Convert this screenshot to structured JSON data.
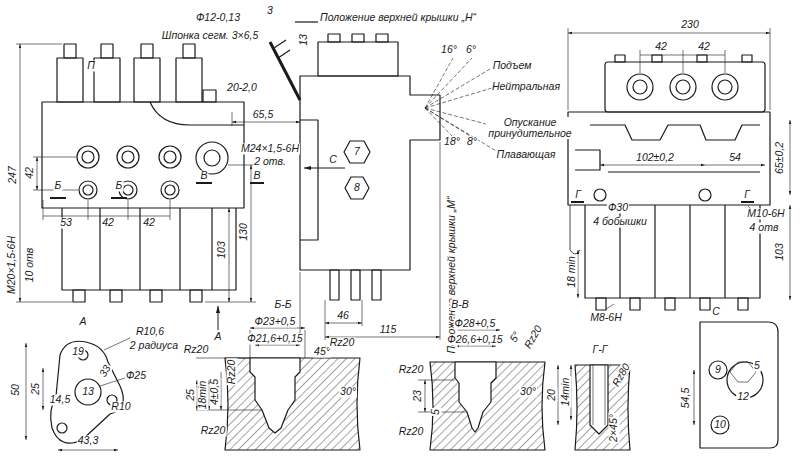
{
  "diagram": {
    "labels": [
      "Ф12-0,13",
      "3",
      "Положение верхней крышки „Н“",
      "Шпонка сегм. 3×6,5",
      "13",
      "16°",
      "6°",
      "Подъем",
      "Нейтральная",
      "Опускание принудительное",
      "18°",
      "8°",
      "Плавающая",
      "20-2,0",
      "65,5",
      "М24×1,5-6Н",
      "2 отв.",
      "С",
      "П",
      "Б",
      "Б",
      "В",
      "В",
      "247",
      "42",
      "53",
      "42",
      "42",
      "М20×1,5-6Н",
      "10 отв",
      "103",
      "130",
      "А",
      "7",
      "8",
      "Положение верхней крышки „М“",
      "46",
      "115",
      "230",
      "42",
      "42",
      "102±0,2",
      "54",
      "65±0,2",
      "Ф30",
      "4 бобышки",
      "Г",
      "Г",
      "М10-6Н",
      "4 отв",
      "103",
      "18 min",
      "М8-6Н",
      "А",
      "R10,6",
      "2 радиуса",
      "19",
      "50",
      "25",
      "33",
      "Ф25",
      "13",
      "14,5",
      "R10",
      "43,3",
      "Б-Б",
      "Ф23+0,5",
      "Ф21,6+0,15",
      "45°",
      "Rz20",
      "Rz20",
      "Rz20",
      "25",
      "18min",
      "4±0,5",
      "30°",
      "Rz20",
      "В-В",
      "Ф28+0,5",
      "Ф26,6+0,15",
      "5°",
      "Rz20",
      "Rz20",
      "30°",
      "23",
      "5",
      "Rz20",
      "Г-Г",
      "Rz80",
      "20",
      "14min",
      "2×45°",
      "С",
      "9",
      "5",
      "12",
      "10",
      "54,5"
    ]
  }
}
